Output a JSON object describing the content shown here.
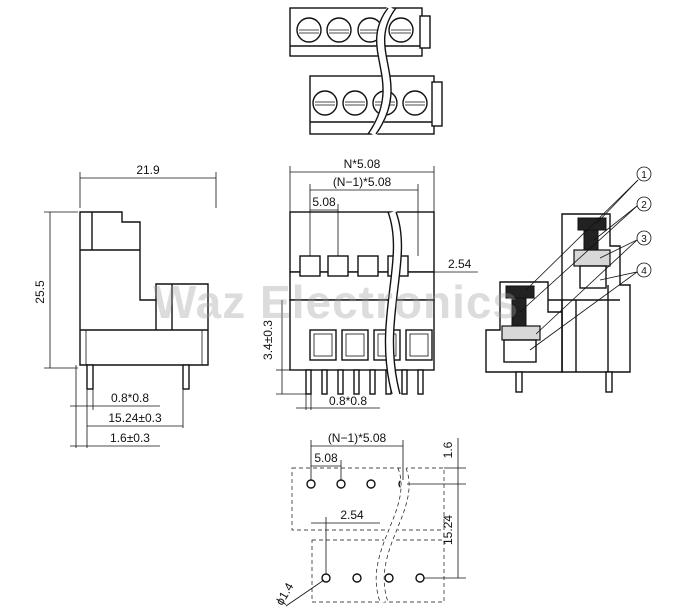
{
  "watermark": "Waz Electronics",
  "dimensions": {
    "width_side": "21.9",
    "height_side": "25.5",
    "pin_side": "0.8*0.8",
    "pitch_side": "15.24±0.3",
    "offset_side": "1.6±0.3",
    "total_front": "N*5.08",
    "pitch_n1_front": "(N−1)*5.08",
    "pitch_front": "5.08",
    "offset_front": "2.54",
    "pin_length_front": "3.4±0.3",
    "pin_front": "0.8*0.8",
    "pitch_n1_pcb": "(N−1)*5.08",
    "pitch_pcb": "5.08",
    "offset_pcb": "2.54",
    "top_pcb": "1.6",
    "row_pcb": "15.24",
    "hole_pcb": "ϕ1.4"
  },
  "callouts": [
    "1",
    "2",
    "3",
    "4"
  ]
}
